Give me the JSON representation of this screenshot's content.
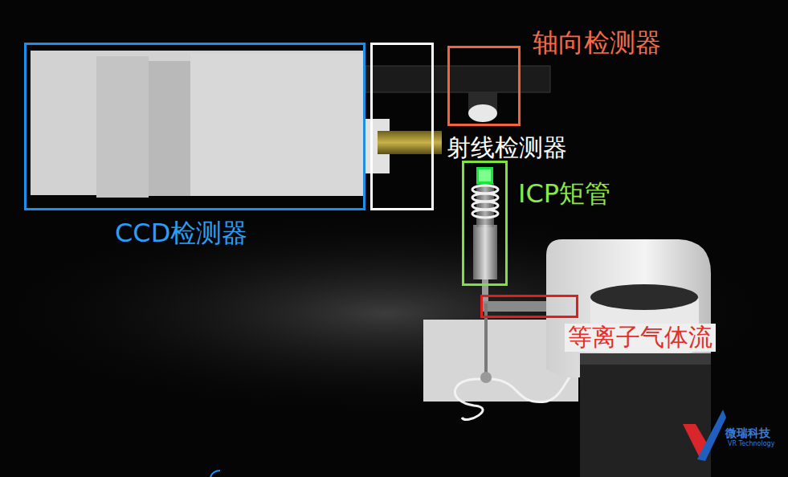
{
  "diagram": {
    "nodes": [
      {
        "text": [
          "CCD检测器"
        ]
      },
      {
        "text": [
          "射线检测器"
        ]
      },
      {
        "text": [
          "轴向检测器"
        ]
      },
      {
        "text": [
          "ICP矩管"
        ]
      },
      {
        "text": [
          "等离子气体流"
        ]
      }
    ],
    "labels": [
      "微瑞科技",
      "VR Technology"
    ]
  }
}
